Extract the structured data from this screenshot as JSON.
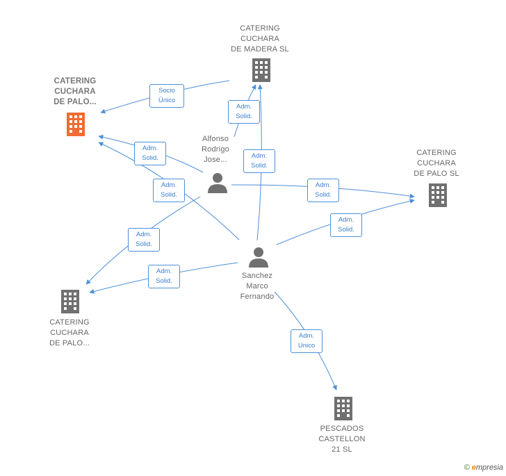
{
  "nodes": {
    "catering_madera": "CATERING\nCUCHARA\nDE MADERA SL",
    "catering_palo_main": "CATERING\nCUCHARA\nDE PALO...",
    "catering_palo_sl": "CATERING\nCUCHARA\nDE PALO SL",
    "catering_palo_left": "CATERING\nCUCHARA\nDE PALO...",
    "pescados": "PESCADOS\nCASTELLON\n21  SL",
    "alfonso": "Alfonso\nRodrigo\nJose...",
    "sanchez": "Sanchez\nMarco\nFernando"
  },
  "edge_labels": {
    "socio_unico": "Socio\nÚnico",
    "adm1": "Adm.\nSolid.",
    "adm2": "Adm.\nSolid.",
    "adm3": "Adm.\nSolid.",
    "adm4": "Adm.\nSolid.",
    "adm5": "Adm.\nSolid.",
    "adm6": "Adm.\nSolid.",
    "adm7": "Adm.\nSolid.",
    "adm8": "Adm.\nSolid.",
    "adm_unico": "Adm.\nUnico"
  },
  "footer": {
    "copyright": "©",
    "brand": "mpresia",
    "brand_initial": "e"
  },
  "colors": {
    "edge": "#4a8fd9",
    "building": "#707070",
    "building_main": "#f26a35",
    "person": "#707070"
  }
}
